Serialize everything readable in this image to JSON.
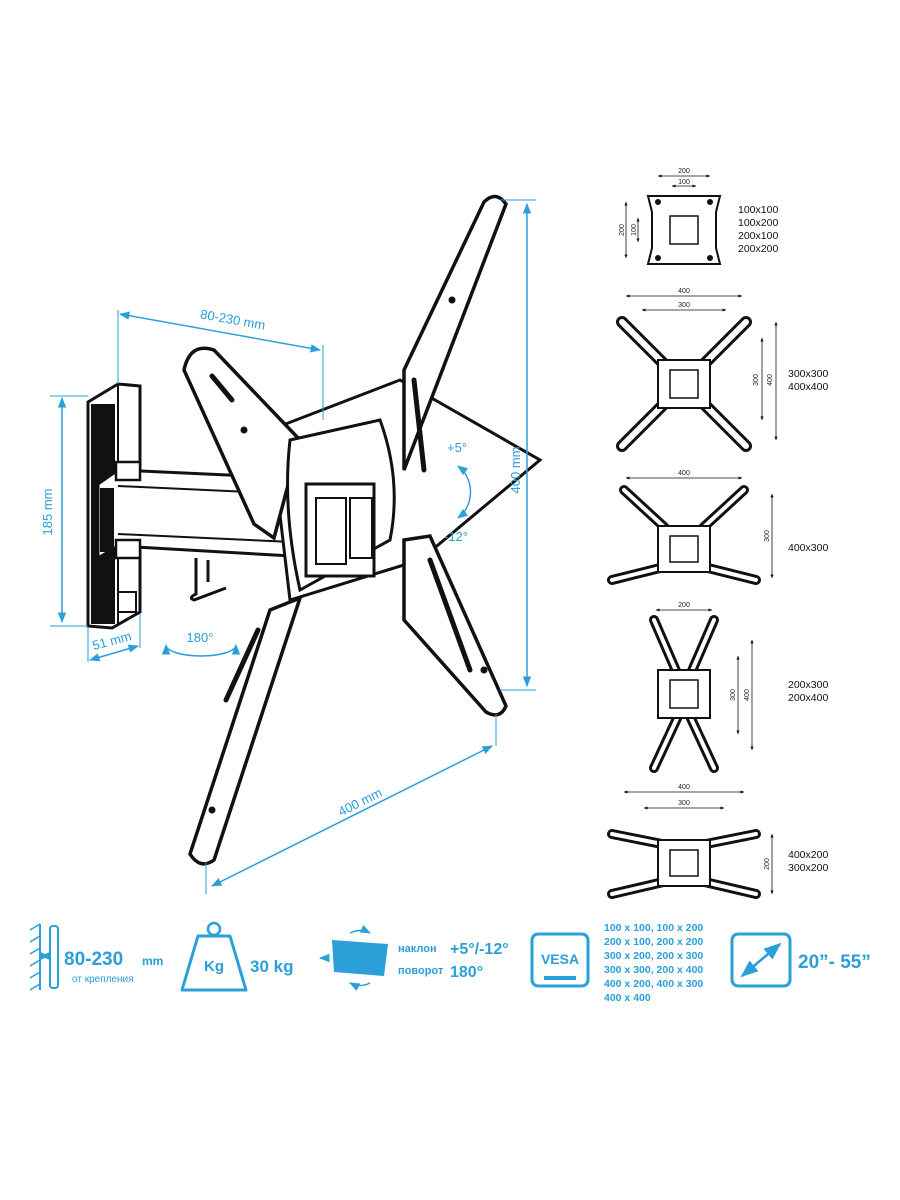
{
  "diagram": {
    "dimensions": {
      "arm_reach": "80-230 mm",
      "wall_plate_height": "185 mm",
      "wall_plate_depth": "51 mm",
      "swivel": "180°",
      "tilt_up": "+5°",
      "tilt_down": "-12°",
      "plate_height": "400 mm",
      "plate_width": "400 mm"
    },
    "vesa_patterns": [
      {
        "labels": [
          "100x100",
          "100x200",
          "200x100",
          "200x200"
        ],
        "dims": [
          "200",
          "100",
          "100",
          "200"
        ]
      },
      {
        "labels": [
          "300x300",
          "400x400"
        ],
        "dims": [
          "400",
          "300",
          "300",
          "400"
        ]
      },
      {
        "labels": [
          "400x300"
        ],
        "dims": [
          "400",
          "300"
        ]
      },
      {
        "labels": [
          "200x300",
          "200x400"
        ],
        "dims": [
          "200",
          "400",
          "300"
        ]
      },
      {
        "labels": [
          "400x200",
          "300x200"
        ],
        "dims": [
          "400",
          "300",
          "200"
        ]
      }
    ]
  },
  "specs": {
    "distance": {
      "value": "80-230",
      "unit": "mm",
      "caption": "от крепления"
    },
    "load": {
      "badge": "Kg",
      "value": "30 kg"
    },
    "tilt": {
      "label": "наклон",
      "value": "+5°/-12°"
    },
    "swivel": {
      "label": "поворот",
      "value": "180°"
    },
    "vesa": {
      "badge": "VESA",
      "lines": [
        "100 x 100, 100 x 200",
        "200 x 100, 200 x 200",
        "300 x 200, 200 x 300",
        "300 x 300, 200 x 400",
        "400 x 200, 400 x 300",
        "400 x 400"
      ]
    },
    "screen": {
      "value": "20”- 55”"
    }
  },
  "colors": {
    "accent": "#2a9fd8",
    "line": "#111111",
    "background": "#ffffff"
  }
}
